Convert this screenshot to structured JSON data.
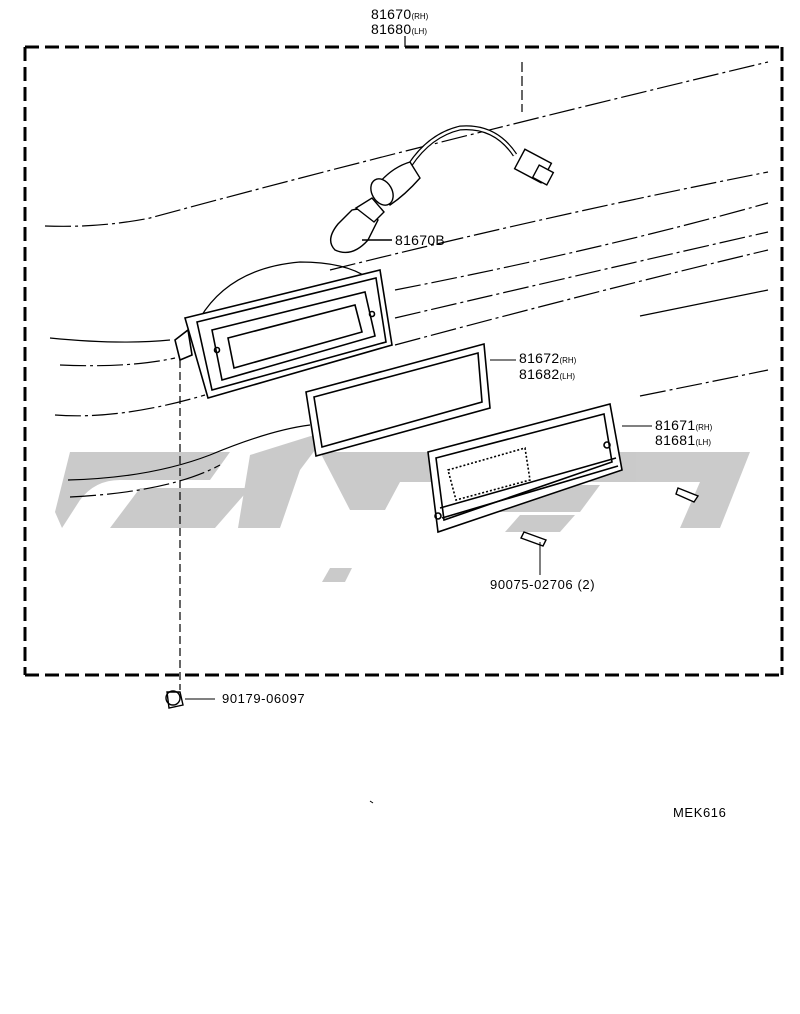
{
  "assembly": {
    "rh": "81670",
    "rh_tag": "(RH)",
    "lh": "81680",
    "lh_tag": "(LH)"
  },
  "parts": [
    {
      "id": "bulb",
      "number": "81670B"
    },
    {
      "id": "gasket",
      "rh": "81672",
      "rh_tag": "(RH)",
      "lh": "81682",
      "lh_tag": "(LH)"
    },
    {
      "id": "lens",
      "rh": "81671",
      "rh_tag": "(RH)",
      "lh": "81681",
      "lh_tag": "(LH)"
    },
    {
      "id": "screw",
      "number": "90075-02706 (2)"
    },
    {
      "id": "clip",
      "number": "90179-06097"
    }
  ],
  "diagram_code": "MEK616",
  "watermark_color": "#c8c8c8"
}
